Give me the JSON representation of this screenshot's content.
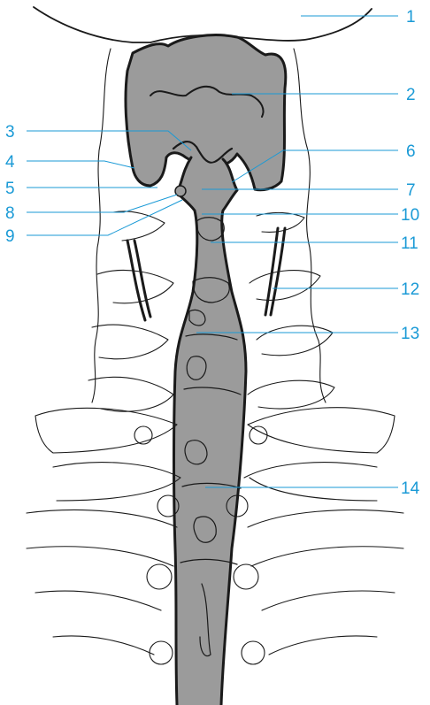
{
  "figure": {
    "colors": {
      "label": "#1a9ad6",
      "shading": "#9b9b9b",
      "ink": "#1a1a1a"
    },
    "labels": {
      "l1": "1",
      "l2": "2",
      "l3": "3",
      "l4": "4",
      "l5": "5",
      "l6": "6",
      "l7": "7",
      "l8": "8",
      "l9": "9",
      "l10": "10",
      "l11": "11",
      "l12": "12",
      "l13": "13",
      "l14": "14"
    }
  }
}
